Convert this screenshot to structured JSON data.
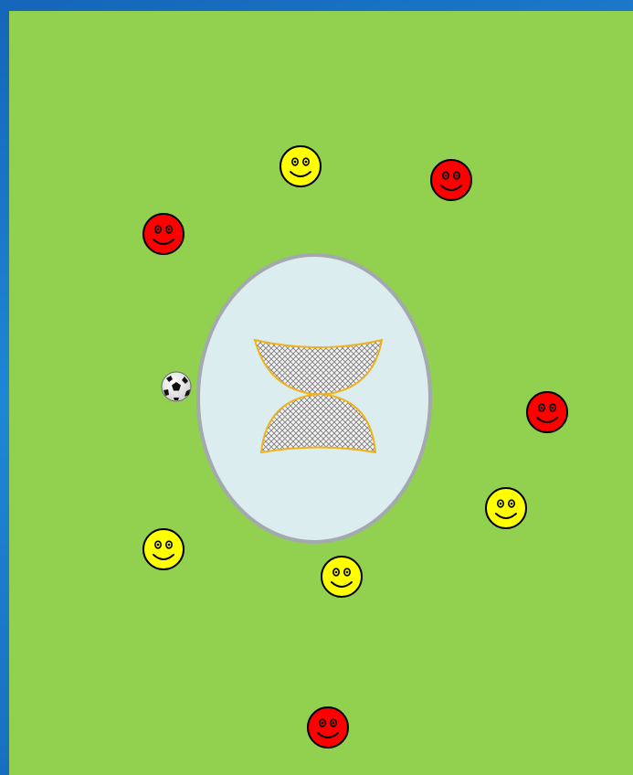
{
  "colors": {
    "pitch": "#92d050",
    "frame": "#1a74c4",
    "zone_fill": "#dcedf0",
    "zone_border": "#a0a8b0",
    "goal_border": "#f0b21a",
    "goal_mesh": "#808080",
    "team_yellow": "#ffff00",
    "team_red": "#ff0000"
  },
  "players": [
    {
      "team": "yellow",
      "icon": "smiley-face-icon"
    },
    {
      "team": "red",
      "icon": "smiley-face-icon"
    },
    {
      "team": "red",
      "icon": "smiley-face-icon"
    },
    {
      "team": "red",
      "icon": "smiley-face-icon"
    },
    {
      "team": "yellow",
      "icon": "smiley-face-icon"
    },
    {
      "team": "yellow",
      "icon": "smiley-face-icon"
    },
    {
      "team": "yellow",
      "icon": "smiley-face-icon"
    },
    {
      "team": "red",
      "icon": "smiley-face-icon"
    }
  ],
  "ball": {
    "icon": "soccer-ball-icon"
  },
  "central_zone": {
    "shape": "oval",
    "contains": "goal-nets"
  },
  "goals": [
    {
      "icon": "goal-net-icon",
      "facing": "up"
    },
    {
      "icon": "goal-net-icon",
      "facing": "down"
    }
  ]
}
